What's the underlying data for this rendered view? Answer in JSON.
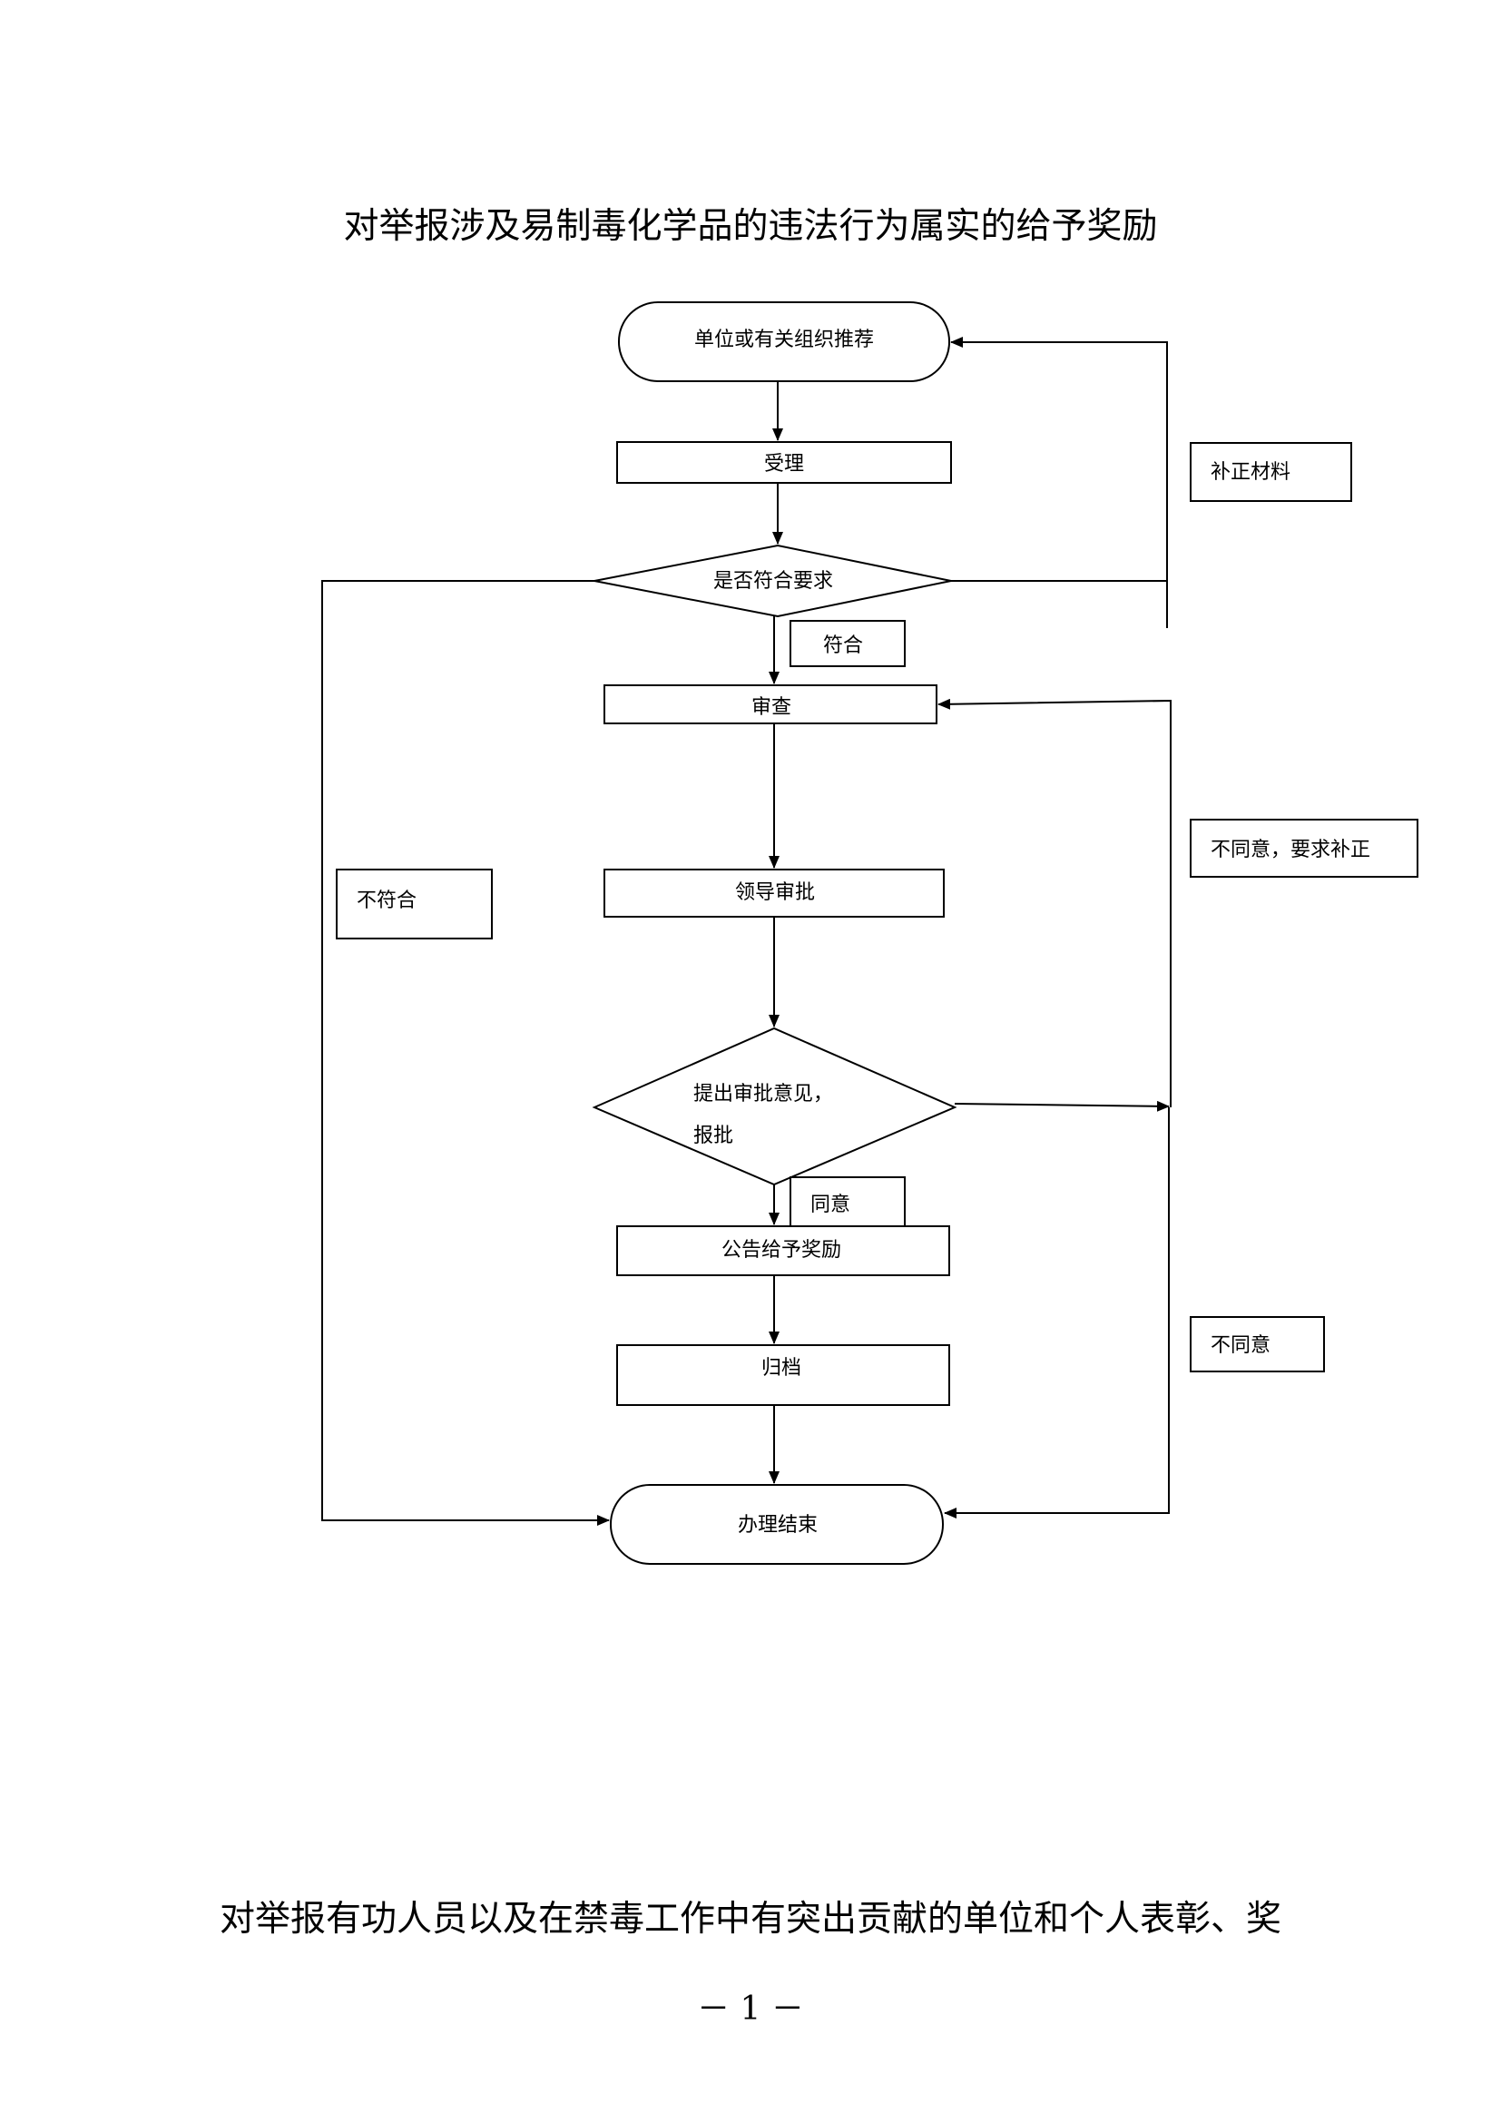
{
  "document": {
    "title": "对举报涉及易制毒化学品的违法行为属实的给予奖励",
    "next_section_title": "对举报有功人员以及在禁毒工作中有突出贡献的单位和个人表彰、奖",
    "page_number": "－ 1 －"
  },
  "flowchart": {
    "nodes": {
      "start": "单位或有关组织推荐",
      "accept": "受理",
      "check": "是否符合要求",
      "review": "审查",
      "leader": "领导审批",
      "opinion_line1": "提出审批意见，",
      "opinion_line2": "报批",
      "announce": "公告给予奖励",
      "archive": "归档",
      "end": "办理结束"
    },
    "labels": {
      "supplement": "补正材料",
      "meets": "符合",
      "not_meets": "不符合",
      "disagree_correct": "不同意，要求补正",
      "agree": "同意",
      "disagree": "不同意"
    }
  }
}
